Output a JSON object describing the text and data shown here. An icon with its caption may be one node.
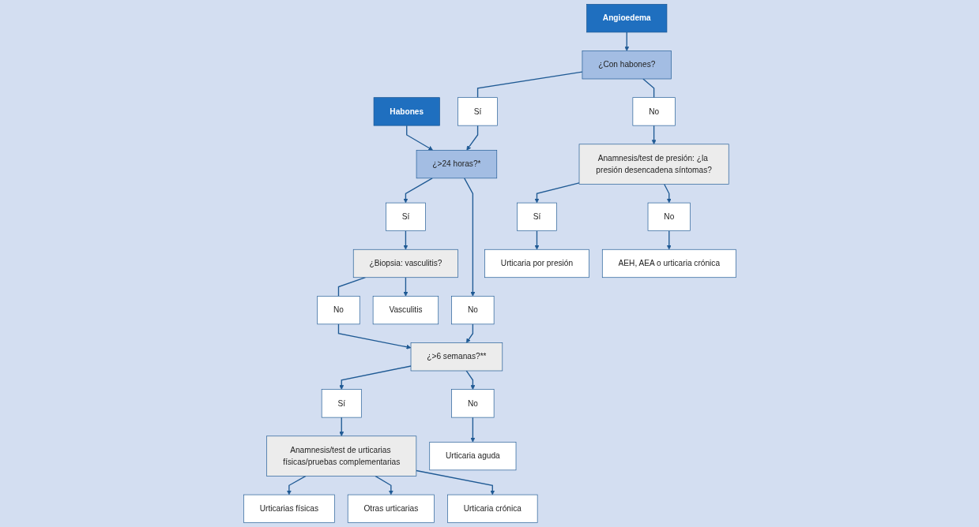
{
  "diagram": {
    "nodes": [
      {
        "text": [
          "Habones"
        ]
      },
      {
        "text": [
          "Angioedema"
        ]
      },
      {
        "text": [
          "¿>24 horas?*"
        ]
      },
      {
        "text": [
          "Sí"
        ]
      },
      {
        "text": [
          "¿Con habones?"
        ]
      },
      {
        "text": [
          "No"
        ]
      },
      {
        "text": [
          "Sí"
        ]
      },
      {
        "text": [
          "No"
        ]
      },
      {
        "text": [
          "¿Biopsia: vasculitis?"
        ]
      },
      {
        "text": [
          "No"
        ]
      },
      {
        "text": [
          "¿>6 semanas?**"
        ]
      },
      {
        "text": [
          "Anamnesis/test de presión: ¿la presión desencadena síntomas?"
        ]
      },
      {
        "text": [
          "Sí"
        ]
      },
      {
        "text": [
          "No"
        ]
      },
      {
        "text": [
          "Anamnesis/test de urticarias físicas/pruebas complementarias"
        ]
      },
      {
        "text": [
          "Sí"
        ]
      },
      {
        "text": [
          "No"
        ]
      },
      {
        "text": [
          "Vasculitis"
        ]
      },
      {
        "text": [
          "Urticarias físicas"
        ]
      },
      {
        "text": [
          "Otras urticarias"
        ]
      },
      {
        "text": [
          "Urticaria crónica"
        ]
      },
      {
        "text": [
          "Urticaria aguda"
        ]
      },
      {
        "text": [
          "Urticaria por presión"
        ]
      },
      {
        "text": [
          "AEH, AEA o urticaria crónica"
        ]
      }
    ],
    "edges": [
      {
        "from": 0,
        "to": 2,
        "arrow": "to"
      },
      {
        "from": 1,
        "to": 4,
        "arrow": "to"
      },
      {
        "from": 4,
        "to": 3,
        "arrow": "none"
      },
      {
        "from": 3,
        "to": 2,
        "arrow": "to"
      },
      {
        "from": 4,
        "to": 5,
        "arrow": "none"
      },
      {
        "from": 5,
        "to": 11,
        "arrow": "to"
      },
      {
        "from": 2,
        "to": 6,
        "arrow": "to"
      },
      {
        "from": 2,
        "to": 7,
        "arrow": "to"
      },
      {
        "from": 6,
        "to": 8,
        "arrow": "to"
      },
      {
        "from": 7,
        "to": 10,
        "arrow": "to"
      },
      {
        "from": 8,
        "to": 9,
        "arrow": "none"
      },
      {
        "from": 9,
        "to": 10,
        "arrow": "to"
      },
      {
        "from": 8,
        "to": 17,
        "arrow": "to"
      },
      {
        "from": 10,
        "to": 12,
        "arrow": "to"
      },
      {
        "from": 10,
        "to": 13,
        "arrow": "to"
      },
      {
        "from": 12,
        "to": 14,
        "arrow": "to"
      },
      {
        "from": 13,
        "to": 21,
        "arrow": "to"
      },
      {
        "from": 14,
        "to": 18,
        "arrow": "to"
      },
      {
        "from": 14,
        "to": 19,
        "arrow": "to"
      },
      {
        "from": 14,
        "to": 20,
        "arrow": "to"
      },
      {
        "from": 11,
        "to": 15,
        "arrow": "to"
      },
      {
        "from": 11,
        "to": 16,
        "arrow": "to"
      },
      {
        "from": 15,
        "to": 22,
        "arrow": "to"
      },
      {
        "from": 16,
        "to": 23,
        "arrow": "to"
      }
    ]
  }
}
